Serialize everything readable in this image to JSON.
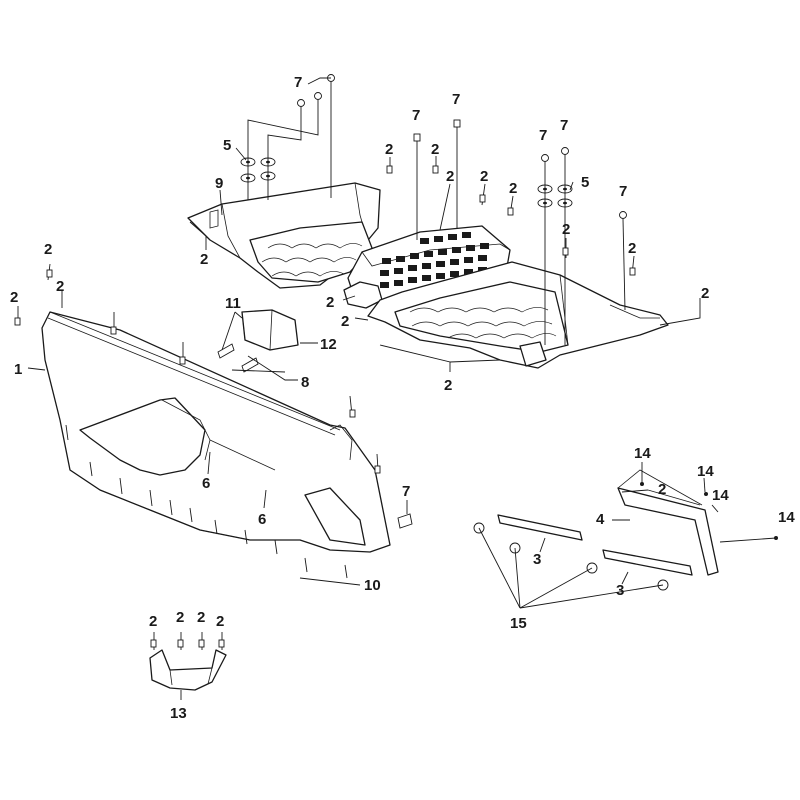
{
  "callouts": {
    "c01": "7",
    "c02": "5",
    "c03": "9",
    "c04": "2",
    "c05": "2",
    "c06": "7",
    "c07": "2",
    "c08": "7",
    "c09": "2",
    "c10": "2",
    "c11": "7",
    "c12": "7",
    "c13": "5",
    "c14": "7",
    "c15": "2",
    "c16": "2",
    "c17": "2",
    "c18": "2",
    "c19": "2",
    "c20": "2",
    "c21": "2",
    "c22": "1",
    "c23": "11",
    "c24": "12",
    "c25": "2",
    "c26": "8",
    "c27": "2",
    "c28": "2",
    "c29": "6",
    "c30": "6",
    "c31": "7",
    "c32": "10",
    "c33": "14",
    "c34": "14",
    "c35": "2",
    "c36": "14",
    "c37": "4",
    "c38": "14",
    "c39": "3",
    "c40": "3",
    "c41": "15",
    "c42": "2",
    "c43": "2",
    "c44": "2",
    "c45": "2",
    "c46": "13"
  }
}
